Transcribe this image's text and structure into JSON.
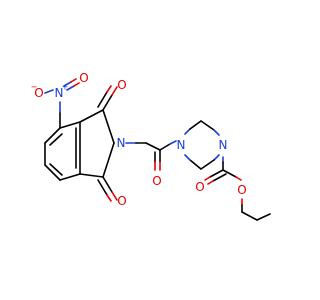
{
  "molecule": {
    "atoms": {
      "o_nitro_a": "O",
      "n_nitro": "N",
      "o_nitro_b": "O",
      "o_imide_top": "O",
      "n_imide": "N",
      "o_imide_bottom": "O",
      "o_amide": "O",
      "n_pip_left": "N",
      "n_pip_right": "N",
      "o_carbonyl": "O",
      "o_ester": "O"
    },
    "charges": {
      "o_nitro_a": "−",
      "n_nitro": "+"
    },
    "colors": {
      "oxygen": "#e60000",
      "nitrogen": "#1a3fd6",
      "carbon": "#000000"
    }
  }
}
